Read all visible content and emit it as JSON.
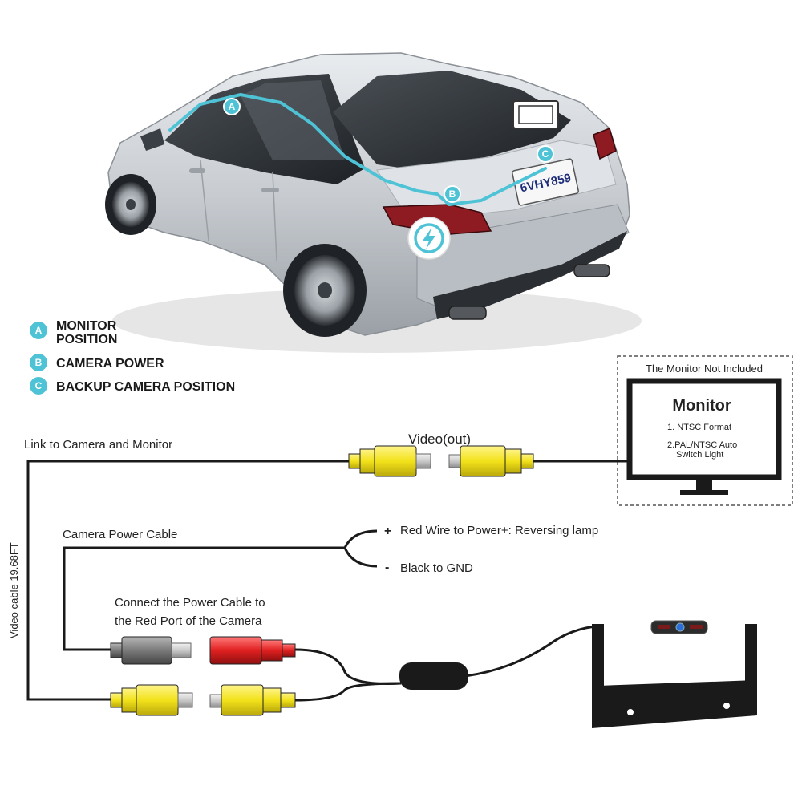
{
  "colors": {
    "accent": "#4fc3d6",
    "cable": "#1a1a1a",
    "rca_yellow": "#f2e21a",
    "rca_red": "#e02020",
    "rca_gray": "#7a7a7a"
  },
  "car": {
    "plate": "6VHY859",
    "markers": [
      {
        "letter": "A"
      },
      {
        "letter": "B"
      },
      {
        "letter": "C"
      }
    ],
    "power_icon": "lightning-icon"
  },
  "legend": [
    {
      "letter": "A",
      "line1": "MONITOR",
      "line2": "POSITION"
    },
    {
      "letter": "B",
      "line1": "CAMERA POWER",
      "line2": ""
    },
    {
      "letter": "C",
      "line1": "BACKUP CAMERA POSITION",
      "line2": ""
    }
  ],
  "monitor_box": {
    "note": "The Monitor Not Included",
    "title": "Monitor",
    "feature1": "1. NTSC Format",
    "feature2_line1": "2.PAL/NTSC Auto",
    "feature2_line2": "Switch Light"
  },
  "wiring": {
    "link_label": "Link to Camera and Monitor",
    "video_out_label": "Video(out)",
    "power_cable_label": "Camera Power Cable",
    "red_wire_sign": "+",
    "red_wire_label": "Red Wire to Power+: Reversing lamp",
    "black_wire_sign": "-",
    "black_wire_label": "Black to GND",
    "connect_line1": "Connect the Power Cable to",
    "connect_line2": "the Red Port of the Camera",
    "video_cable_label": "Video cable 19.68FT"
  }
}
